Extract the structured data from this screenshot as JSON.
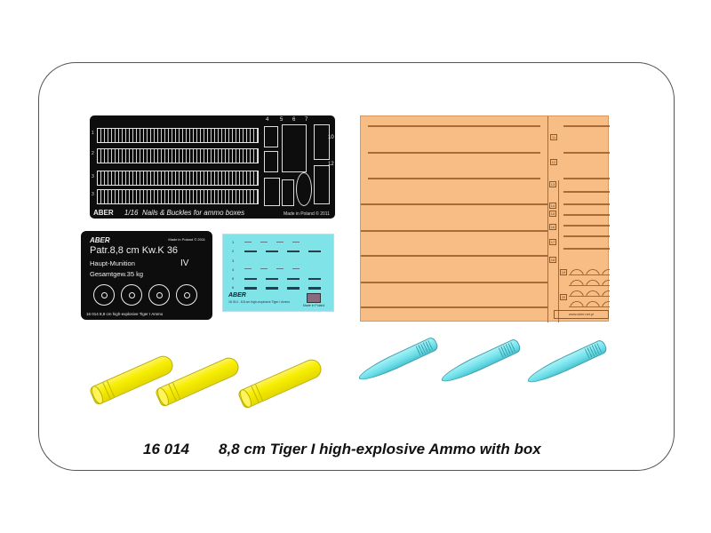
{
  "product": {
    "code": "16 014",
    "title": "8,8 cm Tiger I high-explosive Ammo with box"
  },
  "etch_fret": {
    "brand": "ABER",
    "scale": "1/16",
    "description": "Nails & Buckles for ammo boxes",
    "made_in": "Made in Poland  © 2011",
    "row_numbers": [
      "1",
      "2",
      "3",
      "3"
    ],
    "top_numbers": [
      "4",
      "5",
      "6",
      "7"
    ],
    "side_numbers": [
      "10",
      "12"
    ],
    "color": "#0d0d0d"
  },
  "name_plate": {
    "brand": "ABER",
    "made_in": "Made in Poland  © 2011",
    "line1": "Patr.8,8 cm Kw.K 36",
    "line2": "Haupt-Munition",
    "line3": "Gesamtgew.35 kg",
    "roman": "IV",
    "circle_count": 4,
    "footer": "16 014   8,8 cm high-explosive Tiger I Ammo"
  },
  "decal_sheet": {
    "brand": "ABER",
    "text": "16 014 - 8,8 cm high-explosive Tiger I Ammo",
    "made_in": "Made in Poland",
    "row_labels": [
      "1",
      "2",
      "3",
      "4",
      "5",
      "6"
    ],
    "color": "#7fe3e8"
  },
  "box_sheet": {
    "url": "www.aber.net.pl",
    "part_tags": [
      "11",
      "12",
      "13",
      "14",
      "15",
      "16",
      "17",
      "18",
      "19",
      "20"
    ],
    "color": "#f8bd85"
  },
  "ammo": {
    "casings": 3,
    "casing_color": "#f6ee00",
    "projectiles": 3,
    "projectile_color": "#6fe0ea"
  }
}
